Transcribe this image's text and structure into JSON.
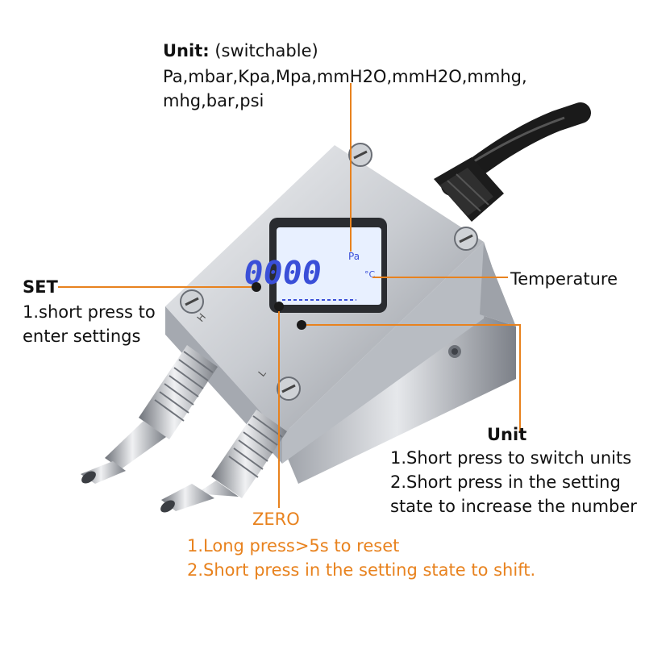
{
  "unit_callout": {
    "heading": "Unit:",
    "heading_note": "(switchable)",
    "line2": "Pa,mbar,Kpa,Mpa,mmH2O,mmH2O,mmhg,",
    "line3": "mhg,bar,psi"
  },
  "set_callout": {
    "title": "SET",
    "line1": "1.short press to",
    "line2": "enter settings"
  },
  "temperature_callout": {
    "title": "Temperature"
  },
  "unit_button_callout": {
    "title": "Unit",
    "line1": "1.Short press to switch units",
    "line2": "2.Short press in the setting",
    "line3": "state to increase the number"
  },
  "zero_callout": {
    "title": "ZERO",
    "line1": "1.Long press>5s to reset",
    "line2": "2.Short press in the setting state to shift."
  },
  "display": {
    "unit_label": "Pa",
    "temp_label": "°C",
    "reading": "0000"
  },
  "port_labels": {
    "high": "H",
    "low": "L"
  },
  "colors": {
    "callout_line": "#e8821e",
    "lcd_background": "#e8f0ff",
    "lcd_digits": "#3a4fd8",
    "body_metal": "#c7cacf"
  }
}
